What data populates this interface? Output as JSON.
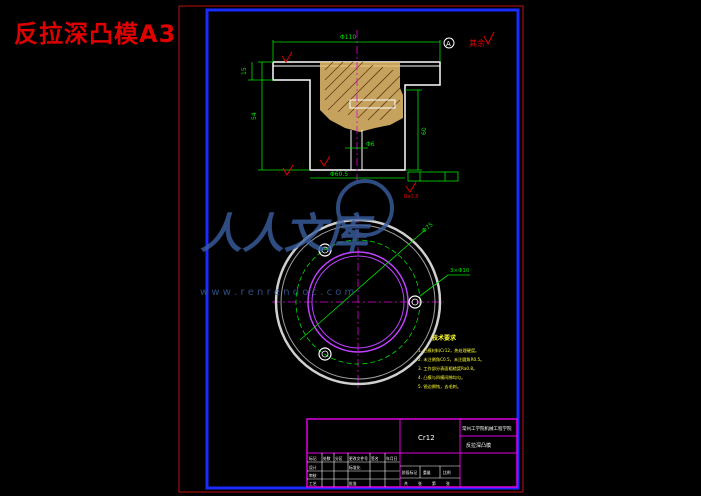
{
  "header": {
    "title": "反拉深凸模A3"
  },
  "watermark": {
    "main": "人人文库",
    "url": "w w w . r e n r e n d o c . c o m"
  },
  "drawing": {
    "dims": {
      "top_width": "Φ110",
      "bottom_width": "Φ60.5",
      "pcd": "Φ75",
      "hole_callout": "3×Φ10",
      "height_main": "54",
      "flange_height": "15",
      "right_height": "60",
      "inner_dia": "Φ6",
      "datum": "A"
    },
    "roughness": {
      "surface": "Ra0.8",
      "rest": "其余"
    },
    "notes": {
      "title": "技术要求",
      "items": [
        "1. 凸模材料Cr12，热处理硬度。",
        "2. 未注倒角C0.5，未注圆角R0.5。",
        "3. 工作部分表面粗糙度Ra0.8。",
        "4. 凸模与凹模间隙均匀。",
        "5. 锐边倒钝，去毛刺。"
      ]
    }
  },
  "title_block": {
    "material": "Cr12",
    "school": "常州工学院机械工程学院",
    "part_name": "反拉深凸模",
    "row1": [
      "标记",
      "处数",
      "分区",
      "更改文件号",
      "签名",
      "年月日"
    ],
    "row2": [
      "设计",
      "",
      "标准化"
    ],
    "row3": [
      "审核",
      ""
    ],
    "row4": [
      "工艺",
      "",
      "批准"
    ],
    "stage_headers": [
      "阶段标记",
      "重量",
      "比例"
    ],
    "sheet": [
      "共",
      "张",
      "第",
      "张"
    ]
  },
  "colors": {
    "outline": "#ffffff",
    "border": "#1a2bff",
    "dim": "#00e000",
    "title": "#e00000",
    "hatch_fill": "#e8c070",
    "notes": "#ffff30",
    "magenta": "#e000e0",
    "watermark": "#3a5fa0"
  }
}
